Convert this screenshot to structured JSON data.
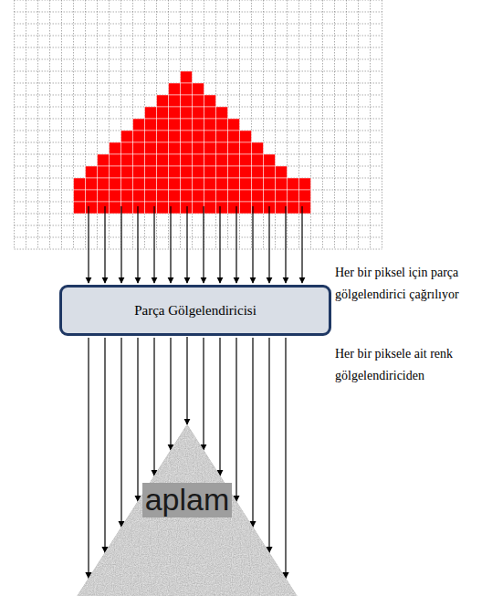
{
  "diagram": {
    "nodes": [
      {
        "text": [
          "Parça Gölgelendiricisi"
        ]
      },
      {
        "text": [
          "aplam"
        ]
      }
    ],
    "edges": [
      {
        "from": 0,
        "to": 1,
        "arrow": "to"
      }
    ],
    "labels": [
      "Her bir piksel için parça gölgelendirici çağrılıyor",
      "Her bir piksele ait renk gölgelendiriciden"
    ]
  }
}
